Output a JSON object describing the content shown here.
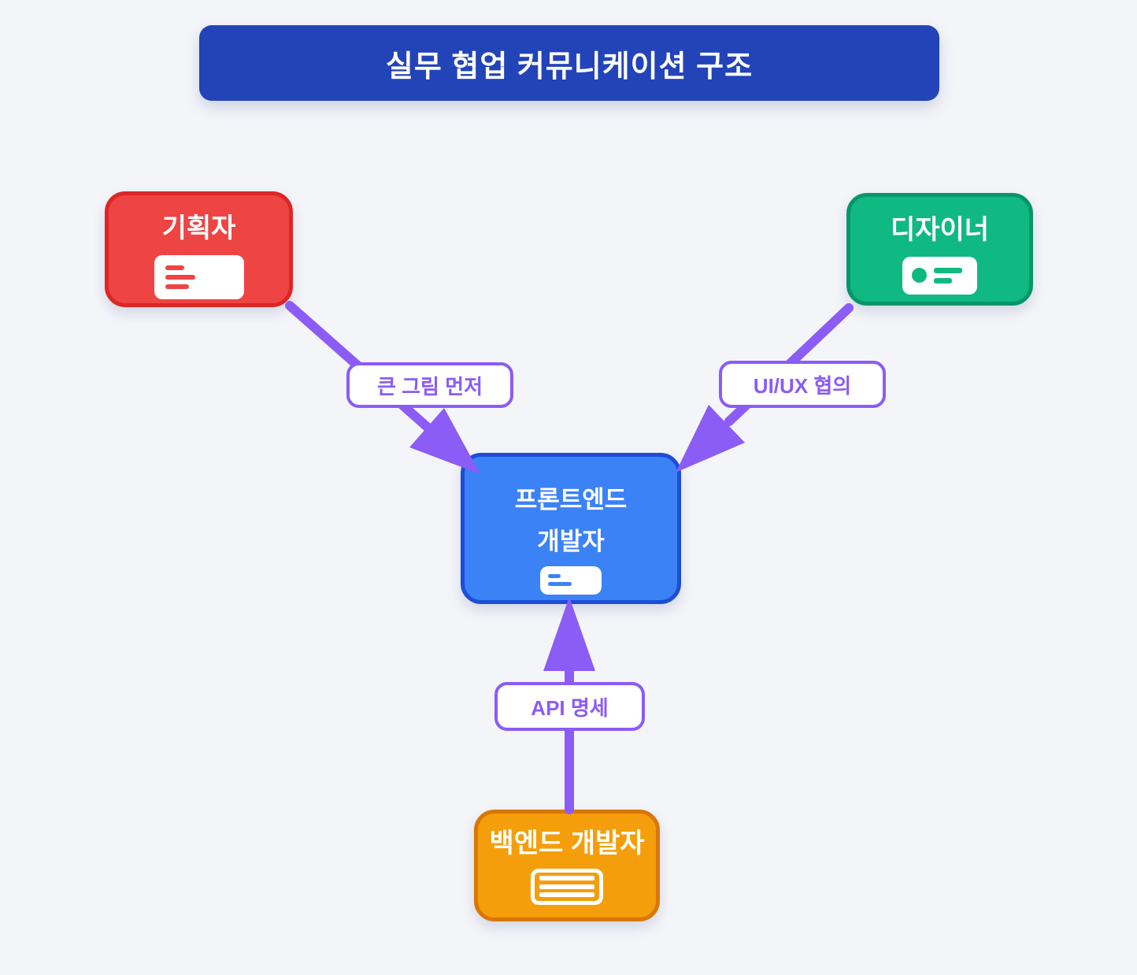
{
  "title": "실무 협업 커뮤니케이션 구조",
  "colors": {
    "background": "#f4f5f9",
    "title_bg": "#2244b8",
    "arrow": "#8b5cf6",
    "label_text": "#8b5cf6",
    "node_text": "#ffffff"
  },
  "nodes": {
    "planner": {
      "label": "기획자",
      "fill": "#ef4444",
      "border": "#dc2626",
      "icon": "document-lines-icon"
    },
    "designer": {
      "label": "디자이너",
      "fill": "#10b981",
      "border": "#059669",
      "icon": "id-card-icon"
    },
    "frontend": {
      "label_line1": "프론트엔드",
      "label_line2": "개발자",
      "fill": "#3b82f6",
      "border": "#1d4ed8",
      "icon": "document-lines-icon"
    },
    "backend": {
      "label": "백엔드 개발자",
      "fill": "#f59e0b",
      "border": "#d97706",
      "icon": "server-stack-icon"
    }
  },
  "edges": [
    {
      "from": "기획자",
      "to": "프론트엔드 개발자",
      "label": "큰 그림 먼저"
    },
    {
      "from": "디자이너",
      "to": "프론트엔드 개발자",
      "label": "UI/UX 협의"
    },
    {
      "from": "백엔드 개발자",
      "to": "프론트엔드 개발자",
      "label": "API 명세"
    }
  ]
}
